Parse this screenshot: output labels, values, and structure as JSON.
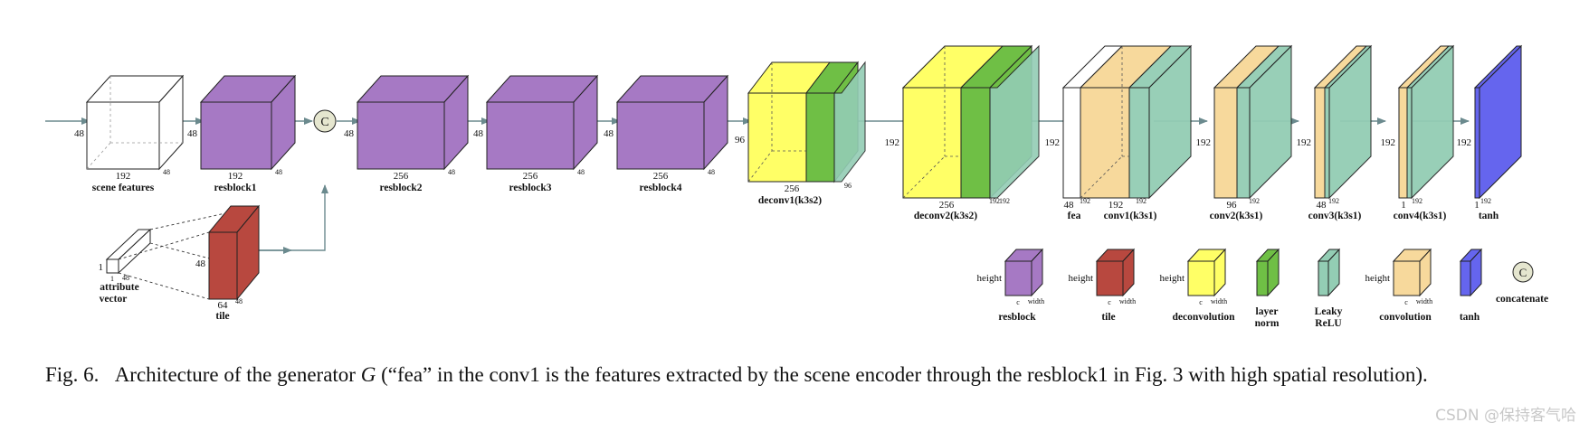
{
  "figure": {
    "caption_label": "Fig. 6.",
    "caption_pre": "Architecture of the generator ",
    "caption_symbol": "G",
    "caption_post": " (“fea” in the conv1 is the features extracted by the scene encoder through the resblock1 in Fig. 3 with high spatial resolution).",
    "watermark": "CSDN @保持客气哈"
  },
  "colors": {
    "resblock": "#a679c4",
    "tile": "#b8483f",
    "deconvolution": "#ffff66",
    "layer_norm": "#6fbf45",
    "leaky_relu": "#93cdb4",
    "convolution": "#f7d99c",
    "tanh": "#6565ee",
    "concat": "#e5e6cf",
    "arrow": "#6b8a8e"
  },
  "blocks": {
    "scene_features": {
      "label": "scene features",
      "h": "48",
      "w": "192",
      "d": "48"
    },
    "resblock1": {
      "label": "resblock1",
      "h": "48",
      "w": "192",
      "d": "48"
    },
    "resblock2": {
      "label": "resblock2",
      "h": "48",
      "w": "256",
      "d": "48"
    },
    "resblock3": {
      "label": "resblock3",
      "h": "48",
      "w": "256",
      "d": "48"
    },
    "resblock4": {
      "label": "resblock4",
      "h": "48",
      "w": "256",
      "d": "48"
    },
    "deconv1": {
      "label": "deconv1(k3s2)",
      "h": "96",
      "w": "256",
      "d": "96"
    },
    "deconv2": {
      "label": "deconv2(k3s2)",
      "h": "192",
      "w": "256",
      "d": "192",
      "d2": "192"
    },
    "fea": {
      "label": "fea",
      "h": "192",
      "w": "48",
      "d": "192"
    },
    "conv1": {
      "label": "conv1(k3s1)",
      "w": "192",
      "d": "192"
    },
    "conv2": {
      "label": "conv2(k3s1)",
      "h": "192",
      "w": "96",
      "d": "192"
    },
    "conv3": {
      "label": "conv3(k3s1)",
      "h": "192",
      "w": "48",
      "d": "192"
    },
    "conv4": {
      "label": "conv4(k3s1)",
      "h": "192",
      "w": "1",
      "d": "192"
    },
    "tanh": {
      "label": "tanh",
      "h": "192",
      "w": "1",
      "d": "192"
    },
    "attribute": {
      "label_1": "attribute",
      "label_2": "vector",
      "h": "1",
      "w": "1",
      "d": "48"
    },
    "tile": {
      "label": "tile",
      "h": "48",
      "w": "64",
      "d": "48"
    },
    "concat_symbol": "C"
  },
  "legend": {
    "height_label": "height",
    "c_label": "c",
    "width_label": "width",
    "resblock": "resblock",
    "tile": "tile",
    "deconvolution": "deconvolution",
    "layer_norm_1": "layer",
    "layer_norm_2": "norm",
    "leaky_relu_1": "Leaky",
    "leaky_relu_2": "ReLU",
    "convolution": "convolution",
    "tanh": "tanh",
    "concatenate": "concatenate",
    "concat_symbol": "C"
  }
}
